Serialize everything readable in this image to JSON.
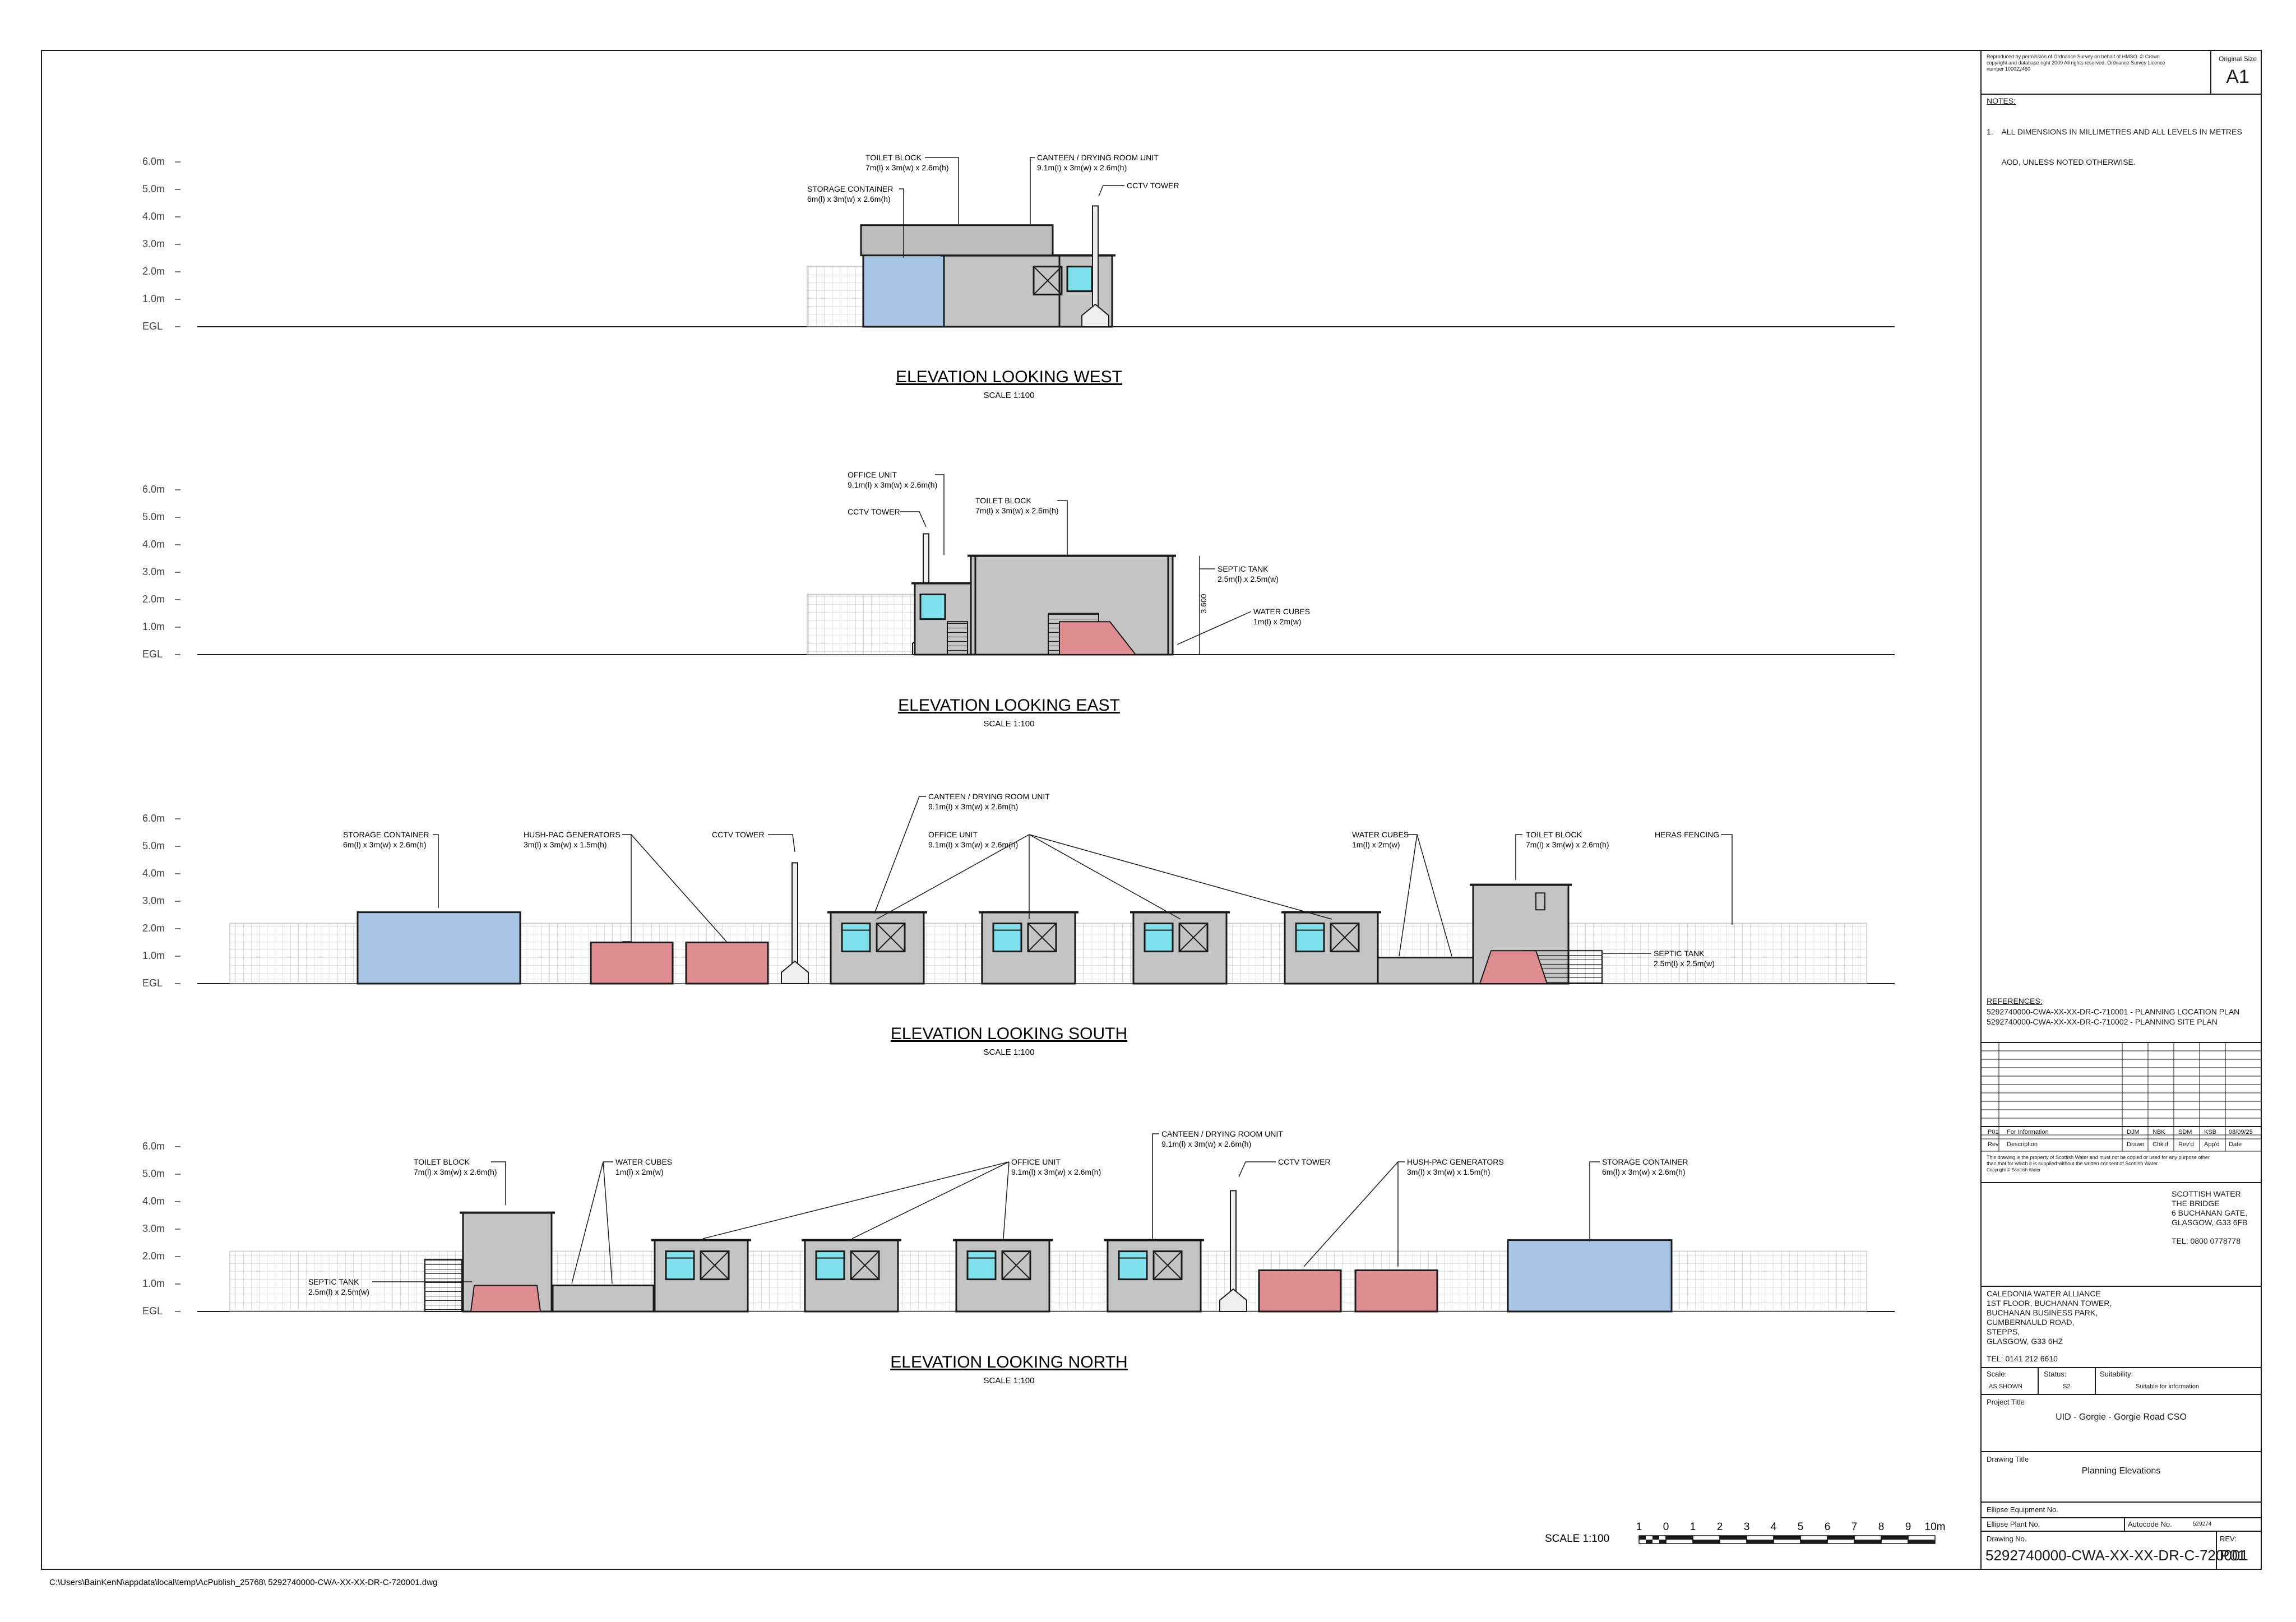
{
  "levels": [
    "6.0m",
    "5.0m",
    "4.0m",
    "3.0m",
    "2.0m",
    "1.0m",
    "EGL"
  ],
  "elevations": [
    {
      "title": "ELEVATION LOOKING WEST",
      "scale": "SCALE 1:100",
      "callouts": [
        {
          "name": "TOILET BLOCK",
          "dims": "7m(l) x 3m(w) x 2.6m(h)"
        },
        {
          "name": "CANTEEN / DRYING ROOM UNIT",
          "dims": "9.1m(l) x 3m(w) x 2.6m(h)"
        },
        {
          "name": "STORAGE CONTAINER",
          "dims": "6m(l) x 3m(w) x 2.6m(h)"
        },
        {
          "name": "CCTV TOWER",
          "dims": ""
        }
      ]
    },
    {
      "title": "ELEVATION LOOKING EAST",
      "scale": "SCALE 1:100",
      "dimension": "3.600",
      "callouts": [
        {
          "name": "OFFICE UNIT",
          "dims": "9.1m(l) x 3m(w) x 2.6m(h)"
        },
        {
          "name": "CCTV TOWER",
          "dims": ""
        },
        {
          "name": "TOILET BLOCK",
          "dims": "7m(l) x 3m(w) x 2.6m(h)"
        },
        {
          "name": "SEPTIC TANK",
          "dims": "2.5m(l) x 2.5m(w)"
        },
        {
          "name": "WATER CUBES",
          "dims": "1m(l) x 2m(w)"
        }
      ]
    },
    {
      "title": "ELEVATION LOOKING SOUTH",
      "scale": "SCALE 1:100",
      "callouts": [
        {
          "name": "CANTEEN / DRYING ROOM UNIT",
          "dims": "9.1m(l) x 3m(w) x 2.6m(h)"
        },
        {
          "name": "STORAGE CONTAINER",
          "dims": "6m(l) x 3m(w) x 2.6m(h)"
        },
        {
          "name": "HUSH-PAC GENERATORS",
          "dims": "3m(l) x 3m(w) x 1.5m(h)"
        },
        {
          "name": "CCTV TOWER",
          "dims": ""
        },
        {
          "name": "OFFICE UNIT",
          "dims": "9.1m(l) x 3m(w) x 2.6m(h)"
        },
        {
          "name": "WATER CUBES",
          "dims": "1m(l) x 2m(w)"
        },
        {
          "name": "TOILET BLOCK",
          "dims": "7m(l) x 3m(w) x 2.6m(h)"
        },
        {
          "name": "HERAS FENCING",
          "dims": ""
        },
        {
          "name": "SEPTIC TANK",
          "dims": "2.5m(l) x 2.5m(w)"
        }
      ]
    },
    {
      "title": "ELEVATION LOOKING NORTH",
      "scale": "SCALE 1:100",
      "callouts": [
        {
          "name": "CANTEEN / DRYING ROOM UNIT",
          "dims": "9.1m(l) x 3m(w) x 2.6m(h)"
        },
        {
          "name": "TOILET BLOCK",
          "dims": "7m(l) x 3m(w) x 2.6m(h)"
        },
        {
          "name": "WATER CUBES",
          "dims": "1m(l) x 2m(w)"
        },
        {
          "name": "OFFICE UNIT",
          "dims": "9.1m(l) x 3m(w) x 2.6m(h)"
        },
        {
          "name": "CCTV TOWER",
          "dims": ""
        },
        {
          "name": "HUSH-PAC GENERATORS",
          "dims": "3m(l) x 3m(w) x 1.5m(h)"
        },
        {
          "name": "STORAGE CONTAINER",
          "dims": "6m(l) x 3m(w) x 2.6m(h)"
        },
        {
          "name": "SEPTIC TANK",
          "dims": "2.5m(l) x 2.5m(w)"
        }
      ]
    }
  ],
  "scalebar": {
    "label": "SCALE 1:100",
    "ticks": [
      "1",
      "0",
      "1",
      "2",
      "3",
      "4",
      "5",
      "6",
      "7",
      "8",
      "9",
      "10m"
    ]
  },
  "file_path": "C:\\Users\\BainKenN\\appdata\\local\\temp\\AcPublish_25768\\ 5292740000-CWA-XX-XX-DR-C-720001.dwg",
  "title_block": {
    "copyright": [
      "Reproduced by permission of Ordnance Survey on behalf of HMSO. © Crown",
      "copyright and database right 2009 All rights reserved. Ordnance Survey Licence",
      "number 100022460"
    ],
    "original_size_label": "Original Size",
    "original_size": "A1",
    "notes_heading": "NOTES:",
    "notes": [
      "1.    ALL DIMENSIONS IN MILLIMETRES AND ALL LEVELS IN METRES",
      "       AOD, UNLESS NOTED OTHERWISE."
    ],
    "references_heading": "REFERENCES:",
    "references": [
      "5292740000-CWA-XX-XX-DR-C-710001 - PLANNING LOCATION PLAN",
      "5292740000-CWA-XX-XX-DR-C-710002 - PLANNING SITE PLAN"
    ],
    "revision_row": [
      "P01",
      "For Information",
      "DJM",
      "NBK",
      "SDM",
      "KSB",
      "08/09/25"
    ],
    "revision_header": [
      "Rev",
      "Description",
      "Drawn",
      "Chk'd",
      "Rev'd",
      "App'd",
      "Date"
    ],
    "property_notice": [
      "This drawing is the property of Scottish Water and must not be copied or used for any purpose other",
      "than that for which it is supplied without the written consent of Scottish Water."
    ],
    "copyright_sw": "Copyright © Scottish Water",
    "client": [
      "SCOTTISH WATER",
      "THE BRIDGE",
      "6 BUCHANAN GATE,",
      "GLASGOW, G33 6FB"
    ],
    "client_tel": "TEL: 0800 0778778",
    "alliance": [
      "CALEDONIA WATER ALLIANCE",
      "1ST FLOOR, BUCHANAN TOWER,",
      "BUCHANAN BUSINESS PARK,",
      "CUMBERNAULD ROAD,",
      "STEPPS,",
      "GLASGOW, G33 6HZ"
    ],
    "alliance_tel": "TEL: 0141 212 6610",
    "scale_label": "Scale:",
    "scale_value": "AS SHOWN",
    "status_label": "Status:",
    "status_value": "S2",
    "suitability_label": "Suitability:",
    "suitability_value": "Suitable for information",
    "project_title_label": "Project Title",
    "project_title": "UID - Gorgie - Gorgie Road CSO",
    "drawing_title_label": "Drawing Title",
    "drawing_title": "Planning Elevations",
    "ellipse_equipment_label": "Ellipse Equipment No.",
    "ellipse_plant_label": "Ellipse Plant No.",
    "autocode_label": "Autocode No.",
    "autocode_value": "529274",
    "drawing_no_label": "Drawing No.",
    "drawing_no": "5292740000-CWA-XX-XX-DR-C-720001",
    "rev_label": "REV:",
    "rev_value": "P01"
  },
  "colors": {
    "storage": "#a8c4e4",
    "red": "#df8c90",
    "grey": "#c4c4c4",
    "window": "#7ee0ea",
    "line": "#1a1a1a"
  }
}
